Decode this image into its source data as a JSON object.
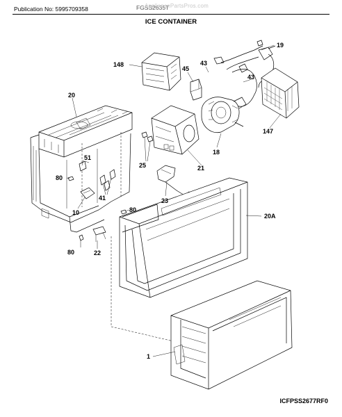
{
  "header": {
    "publication": "Publication No: 5995709358",
    "model": "FGSS2635T",
    "watermark": "AppliancePartsPros.com",
    "title": "ICE CONTAINER"
  },
  "footer": {
    "figure_id": "ICFPSS2677RF0"
  },
  "callouts": [
    {
      "id": "c-148",
      "label": "148"
    },
    {
      "id": "c-45",
      "label": "45"
    },
    {
      "id": "c-43a",
      "label": "43"
    },
    {
      "id": "c-19",
      "label": "19"
    },
    {
      "id": "c-43b",
      "label": "43"
    },
    {
      "id": "c-20",
      "label": "20"
    },
    {
      "id": "c-147",
      "label": "147"
    },
    {
      "id": "c-18",
      "label": "18"
    },
    {
      "id": "c-51",
      "label": "51"
    },
    {
      "id": "c-25",
      "label": "25"
    },
    {
      "id": "c-21",
      "label": "21"
    },
    {
      "id": "c-80a",
      "label": "80"
    },
    {
      "id": "c-41",
      "label": "41"
    },
    {
      "id": "c-23",
      "label": "23"
    },
    {
      "id": "c-10",
      "label": "10"
    },
    {
      "id": "c-80b",
      "label": "80"
    },
    {
      "id": "c-20A",
      "label": "20A"
    },
    {
      "id": "c-80c",
      "label": "80"
    },
    {
      "id": "c-22",
      "label": "22"
    },
    {
      "id": "c-1",
      "label": "1"
    }
  ]
}
